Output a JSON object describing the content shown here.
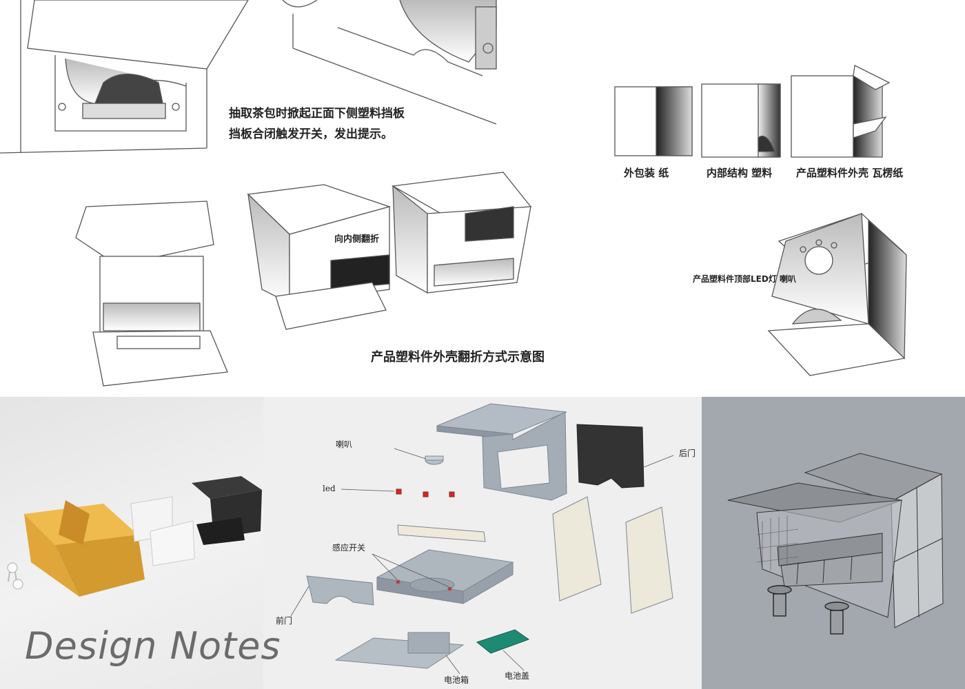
{
  "sketch_captions": {
    "hint_line1": "抽取茶包时掀起正面下侧塑料挡板",
    "hint_line2": "挡板合闭触发开关，发出提示。",
    "fold_inward": "向内侧翻折",
    "fold_title": "产品塑料件外壳翻折方式示意图",
    "outer_paper": "外包装 纸",
    "inner_plastic": "内部结构 塑料",
    "shell_cardboard": "产品塑料件外壳 瓦楞纸",
    "top_led_speaker": "产品塑料件顶部LED灯 喇叭"
  },
  "exploded_labels": {
    "speaker": "喇叭",
    "led": "led",
    "sensor_switch": "感应开关",
    "front_door": "前门",
    "back_door": "后门",
    "battery_box": "电池箱",
    "battery_cover": "电池盖"
  },
  "overlay_title": "Design Notes",
  "colors": {
    "cardboard": "#e0a63a",
    "plastic_gray": "#a9b1ba",
    "black_part": "#3a3a3a",
    "battery_green": "#1f8a72",
    "led_red": "#cc2a2a",
    "wire_bg": "#a3a8ae"
  }
}
